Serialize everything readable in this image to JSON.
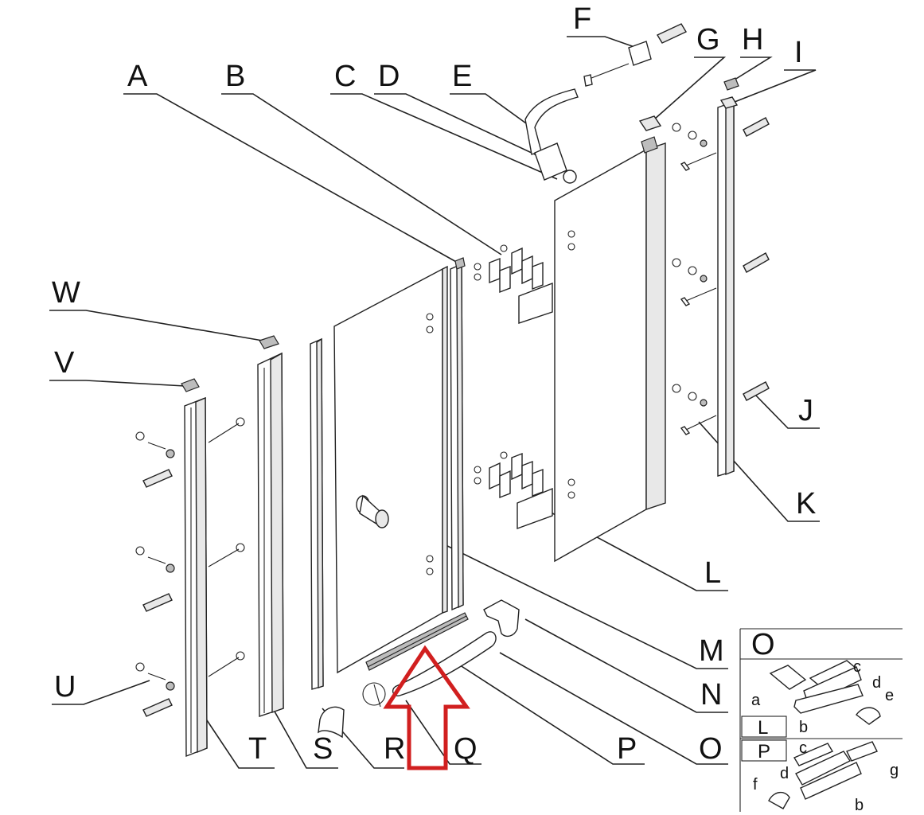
{
  "labels": {
    "A": "A",
    "B": "B",
    "C": "C",
    "D": "D",
    "E": "E",
    "F": "F",
    "G": "G",
    "H": "H",
    "I": "I",
    "J": "J",
    "K": "K",
    "L": "L",
    "M": "M",
    "N": "N",
    "O": "O",
    "P": "P",
    "Q": "Q",
    "R": "R",
    "S": "S",
    "T": "T",
    "U": "U",
    "V": "V",
    "W": "W"
  },
  "legend": {
    "header": "O",
    "row_l": "L",
    "row_p": "P",
    "parts_top": {
      "a": "a",
      "b": "b",
      "c": "c",
      "d": "d",
      "e": "e"
    },
    "parts_bottom": {
      "b": "b",
      "c": "c",
      "d": "d",
      "f": "f",
      "g": "g"
    }
  },
  "colors": {
    "arrow": "#d11f1f",
    "line": "#222222"
  }
}
